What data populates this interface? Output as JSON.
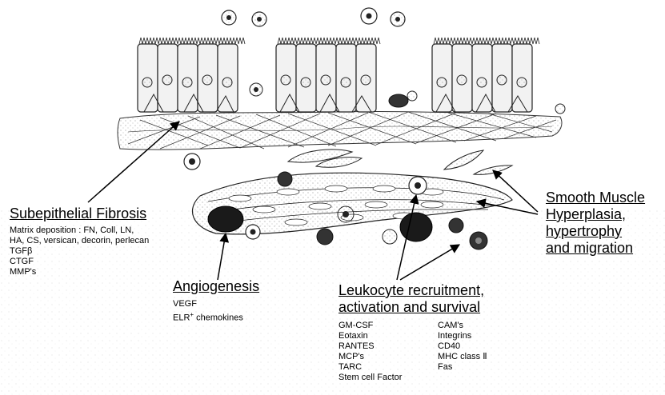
{
  "colors": {
    "ink": "#000000",
    "background": "#ffffff",
    "cell_fill": "#f2f2f2",
    "shade": "#1a1a1a"
  },
  "subepithelial_fibrosis": {
    "heading": "Subepithelial Fibrosis",
    "items": [
      "Matrix deposition : FN, Coll, LN,",
      "HA, CS, versican, decorin, perlecan",
      "TGFβ",
      "CTGF",
      "MMP's"
    ]
  },
  "smooth_muscle": {
    "heading_lines": [
      "Smooth Muscle",
      "Hyperplasia,",
      "hypertrophy",
      "and migration"
    ]
  },
  "angiogenesis": {
    "heading": "Angiogenesis",
    "item1": "VEGF",
    "item2_prefix": "ELR",
    "item2_sup": "+",
    "item2_suffix": " chemokines"
  },
  "leukocyte": {
    "heading_lines": [
      "Leukocyte recruitment,",
      "activation and survival"
    ],
    "col1": [
      "GM-CSF",
      "Eotaxin",
      "RANTES",
      "MCP's",
      "TARC",
      "Stem cell Factor"
    ],
    "col2": [
      "CAM's",
      "Integrins",
      "CD40",
      "MHC class Ⅱ",
      "Fas"
    ]
  }
}
